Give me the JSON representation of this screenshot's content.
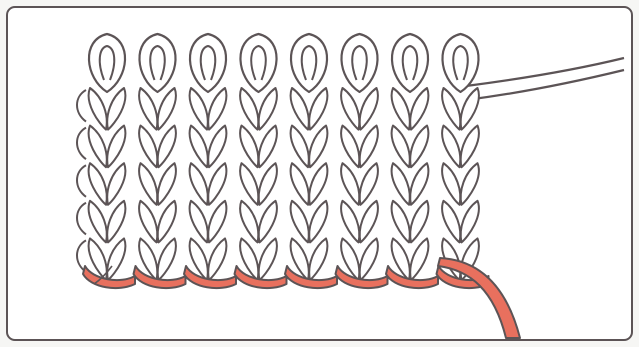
{
  "illustration": {
    "subject": "knitted-fabric-with-contrast-cast-on-yarn",
    "stitch_columns": 8,
    "stitch_rows": 5,
    "colors": {
      "outline": "#5c5456",
      "fabric_fill": "#ffffff",
      "contrast_yarn": "#e8705e",
      "frame_border": "#5c5456",
      "background": "#ffffff"
    }
  }
}
